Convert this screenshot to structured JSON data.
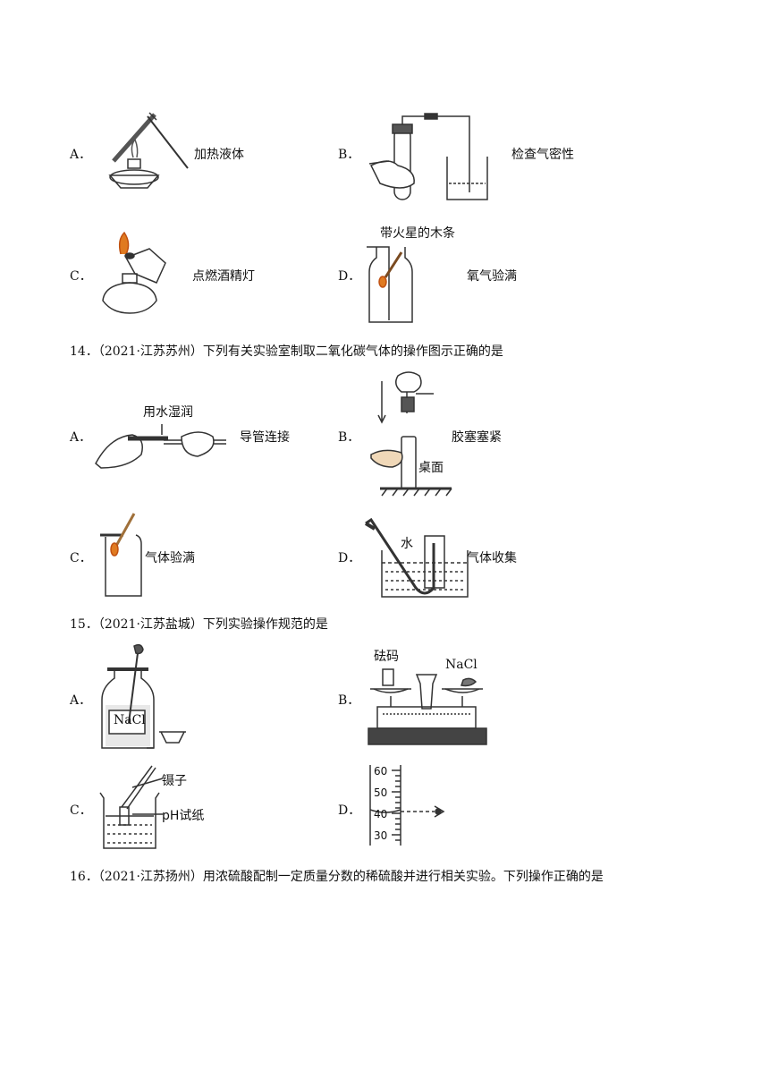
{
  "q13": {
    "options": [
      {
        "letter": "A．",
        "caption": "加热液体",
        "icon": "test-tube-heating-icon"
      },
      {
        "letter": "B．",
        "caption": "检查气密性",
        "icon": "airtightness-check-icon"
      },
      {
        "letter": "C．",
        "caption": "点燃酒精灯",
        "icon": "alcohol-lamp-lighting-icon"
      },
      {
        "letter": "D．",
        "caption": "氧气验满",
        "icon": "oxygen-full-test-icon",
        "figure_label": "带火星的木条"
      }
    ]
  },
  "q14": {
    "text": "14．（2021·江苏苏州）下列有关实验室制取二氧化碳气体的操作图示正确的是",
    "options": [
      {
        "letter": "A．",
        "caption": "导管连接",
        "icon": "tube-connection-icon",
        "figure_label": "用水湿润"
      },
      {
        "letter": "B．",
        "caption": "胶塞塞紧",
        "icon": "stopper-insert-icon",
        "figure_label": "桌面"
      },
      {
        "letter": "C．",
        "caption": "气体验满",
        "icon": "gas-full-test-icon"
      },
      {
        "letter": "D．",
        "caption": "气体收集",
        "icon": "gas-collection-icon",
        "figure_label": "水"
      }
    ]
  },
  "q15": {
    "text": "15．（2021·江苏盐城）下列实验操作规范的是",
    "options": [
      {
        "letter": "A．",
        "icon": "reagent-bottle-icon",
        "figure_label": "NaCl"
      },
      {
        "letter": "B．",
        "icon": "balance-scale-icon",
        "figure_labels": [
          "砝码",
          "NaCl"
        ]
      },
      {
        "letter": "C．",
        "icon": "ph-paper-test-icon",
        "figure_labels": [
          "镊子",
          "pH试纸"
        ]
      },
      {
        "letter": "D．",
        "icon": "graduated-cylinder-reading-icon",
        "figure_labels": [
          "60",
          "50",
          "40",
          "30"
        ]
      }
    ]
  },
  "q16": {
    "text": "16．（2021·江苏扬州）用浓硫酸配制一定质量分数的稀硫酸并进行相关实验。下列操作正确的是"
  }
}
